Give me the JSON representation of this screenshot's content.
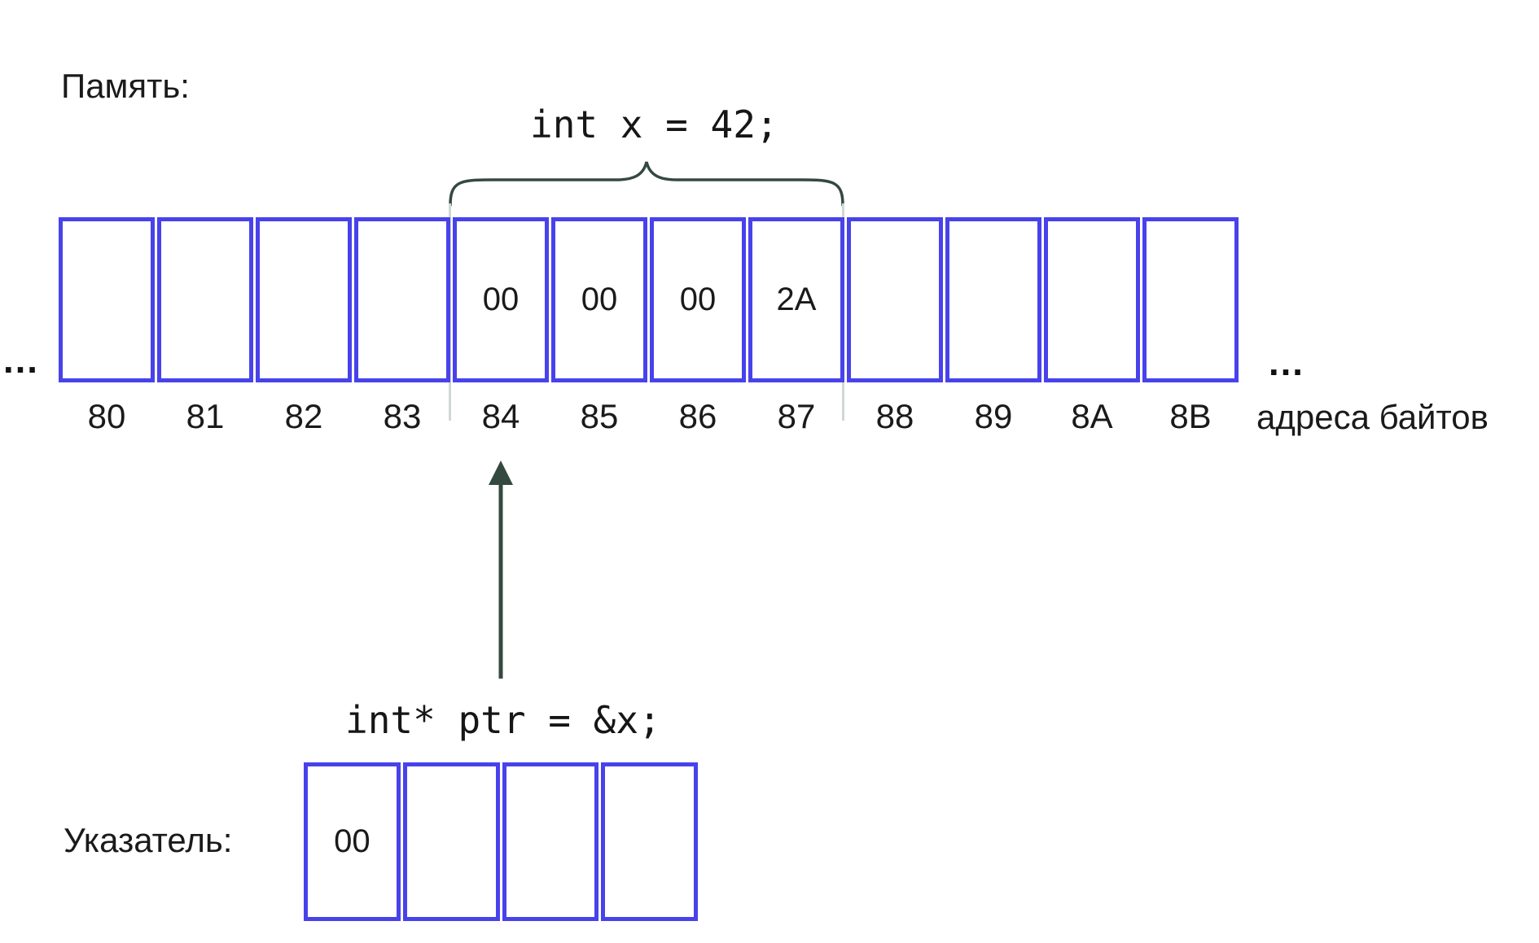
{
  "labels": {
    "memory": "Память:",
    "pointer": "Указатель:",
    "byte_addresses": "адреса байтов",
    "ellipsis_left": "…",
    "ellipsis_right": "…"
  },
  "code": {
    "int_declaration": "int x = 42;",
    "pointer_declaration": "int* ptr = &x;"
  },
  "memory_row": {
    "cells": [
      {
        "address": "80",
        "value": ""
      },
      {
        "address": "81",
        "value": ""
      },
      {
        "address": "82",
        "value": ""
      },
      {
        "address": "83",
        "value": ""
      },
      {
        "address": "84",
        "value": "00"
      },
      {
        "address": "85",
        "value": "00"
      },
      {
        "address": "86",
        "value": "00"
      },
      {
        "address": "87",
        "value": "2A"
      },
      {
        "address": "88",
        "value": ""
      },
      {
        "address": "89",
        "value": ""
      },
      {
        "address": "8A",
        "value": ""
      },
      {
        "address": "8B",
        "value": ""
      }
    ]
  },
  "pointer_box": {
    "cells": [
      "00",
      "",
      "",
      ""
    ]
  },
  "colors": {
    "cell_border": "#4842eb",
    "annotation": "#34493f",
    "guide_line": "#d0d8d2",
    "text": "#1a1a1a"
  }
}
